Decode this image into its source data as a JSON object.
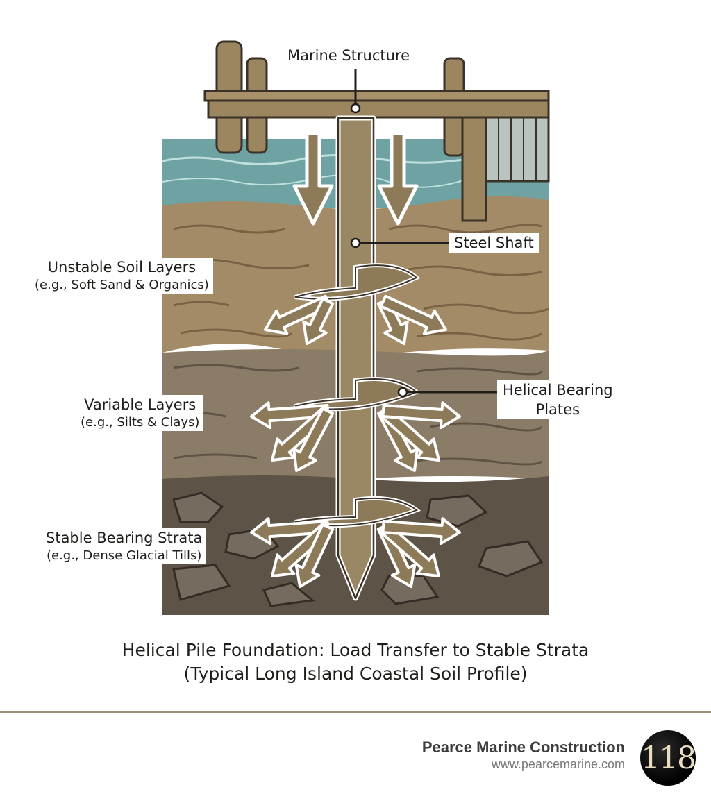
{
  "labels": {
    "marine_structure": "Marine Structure",
    "steel_shaft": "Steel Shaft",
    "helical_plates_line1": "Helical Bearing",
    "helical_plates_line2": "Plates",
    "unstable_title": "Unstable Soil Layers",
    "unstable_sub": "(e.g., Soft Sand & Organics)",
    "variable_title": "Variable Layers",
    "variable_sub": "(e.g., Silts & Clays)",
    "stable_title": "Stable Bearing Strata",
    "stable_sub": "(e.g., Dense Glacial Tills)"
  },
  "caption": {
    "line1": "Helical Pile Foundation: Load Transfer to Stable Strata",
    "line2": "(Typical Long Island Coastal Soil Profile)"
  },
  "footer": {
    "company": "Pearce Marine Construction",
    "url": "www.pearcemarine.com",
    "badge": "118"
  },
  "colors": {
    "water": "#6fa3a3",
    "unstable_soil": "#a48b68",
    "variable_soil": "#8a7c66",
    "stable_soil": "#5e5347",
    "wood": "#9c8660",
    "pile": "#9a8864",
    "outline": "#3a3128"
  }
}
